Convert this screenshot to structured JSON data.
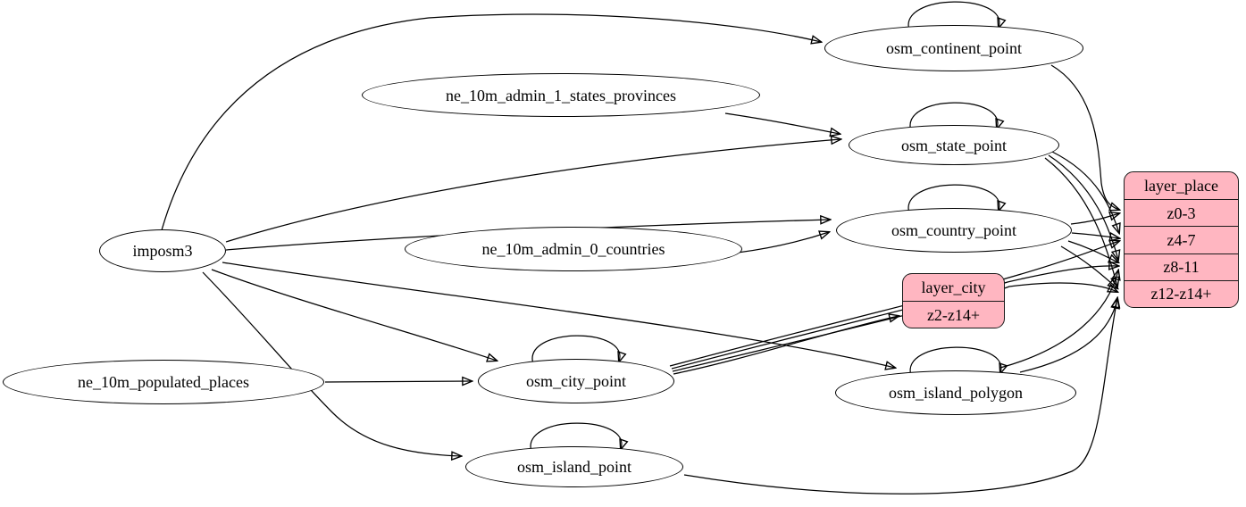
{
  "nodes": {
    "imposm3": {
      "label": "imposm3"
    },
    "ne_10m_admin_1_states_provinces": {
      "label": "ne_10m_admin_1_states_provinces"
    },
    "ne_10m_admin_0_countries": {
      "label": "ne_10m_admin_0_countries"
    },
    "ne_10m_populated_places": {
      "label": "ne_10m_populated_places"
    },
    "osm_continent_point": {
      "label": "osm_continent_point",
      "self_loop": true
    },
    "osm_state_point": {
      "label": "osm_state_point",
      "self_loop": true
    },
    "osm_country_point": {
      "label": "osm_country_point",
      "self_loop": true
    },
    "osm_city_point": {
      "label": "osm_city_point",
      "self_loop": true
    },
    "osm_island_polygon": {
      "label": "osm_island_polygon",
      "self_loop": true
    },
    "osm_island_point": {
      "label": "osm_island_point",
      "self_loop": true
    }
  },
  "layers": {
    "layer_place": {
      "title": "layer_place",
      "rows": [
        "z0-3",
        "z4-7",
        "z8-11",
        "z12-z14+"
      ]
    },
    "layer_city": {
      "title": "layer_city",
      "rows": [
        "z2-z14+"
      ]
    }
  },
  "edges": [
    {
      "from": "imposm3",
      "to": "osm_continent_point"
    },
    {
      "from": "imposm3",
      "to": "osm_state_point"
    },
    {
      "from": "imposm3",
      "to": "osm_country_point"
    },
    {
      "from": "imposm3",
      "to": "osm_city_point"
    },
    {
      "from": "imposm3",
      "to": "osm_island_polygon"
    },
    {
      "from": "imposm3",
      "to": "osm_island_point"
    },
    {
      "from": "ne_10m_admin_1_states_provinces",
      "to": "osm_state_point"
    },
    {
      "from": "ne_10m_admin_0_countries",
      "to": "osm_country_point"
    },
    {
      "from": "ne_10m_populated_places",
      "to": "osm_city_point"
    },
    {
      "from": "osm_continent_point",
      "to": "osm_continent_point"
    },
    {
      "from": "osm_state_point",
      "to": "osm_state_point"
    },
    {
      "from": "osm_country_point",
      "to": "osm_country_point"
    },
    {
      "from": "osm_city_point",
      "to": "osm_city_point"
    },
    {
      "from": "osm_island_polygon",
      "to": "osm_island_polygon"
    },
    {
      "from": "osm_island_point",
      "to": "osm_island_point"
    },
    {
      "from": "osm_continent_point",
      "to": "layer_place:z0-3"
    },
    {
      "from": "osm_country_point",
      "to": "layer_place:z0-3"
    },
    {
      "from": "osm_country_point",
      "to": "layer_place:z4-7"
    },
    {
      "from": "osm_country_point",
      "to": "layer_place:z8-11"
    },
    {
      "from": "osm_country_point",
      "to": "layer_place:z12-z14+"
    },
    {
      "from": "osm_state_point",
      "to": "layer_place:z4-7"
    },
    {
      "from": "osm_state_point",
      "to": "layer_place:z8-11"
    },
    {
      "from": "osm_state_point",
      "to": "layer_place:z12-z14+"
    },
    {
      "from": "osm_city_point",
      "to": "layer_city:z2-z14+"
    },
    {
      "from": "osm_city_point",
      "to": "layer_place:z4-7"
    },
    {
      "from": "osm_city_point",
      "to": "layer_place:z8-11"
    },
    {
      "from": "osm_city_point",
      "to": "layer_place:z12-z14+"
    },
    {
      "from": "osm_island_polygon",
      "to": "layer_place:z8-11"
    },
    {
      "from": "osm_island_polygon",
      "to": "layer_place:z12-z14+"
    },
    {
      "from": "osm_island_point",
      "to": "layer_place:z12-z14+"
    }
  ],
  "colors": {
    "layer_fill": "#ffb6c1",
    "node_fill": "#ffffff",
    "stroke": "#000000",
    "background": "#ffffff"
  }
}
